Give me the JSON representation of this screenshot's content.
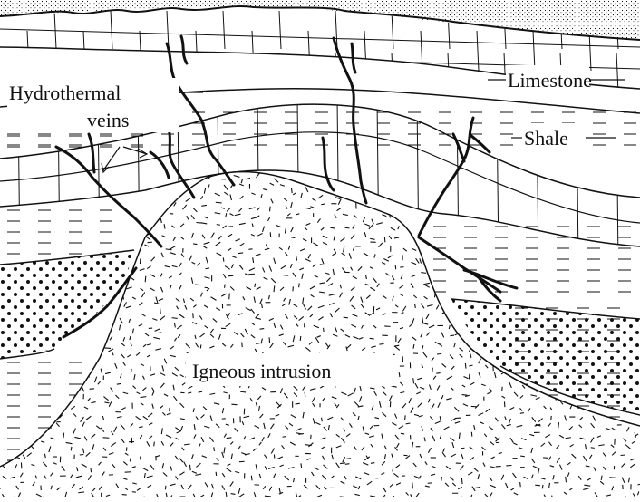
{
  "diagram": {
    "labels": {
      "limestone": "Limestone",
      "shale": "Shale",
      "veins_line1": "Hydrothermal",
      "veins_line2": "veins",
      "intrusion": "Igneous intrusion"
    },
    "colors": {
      "ink": "#111111",
      "background": "#ffffff"
    }
  }
}
